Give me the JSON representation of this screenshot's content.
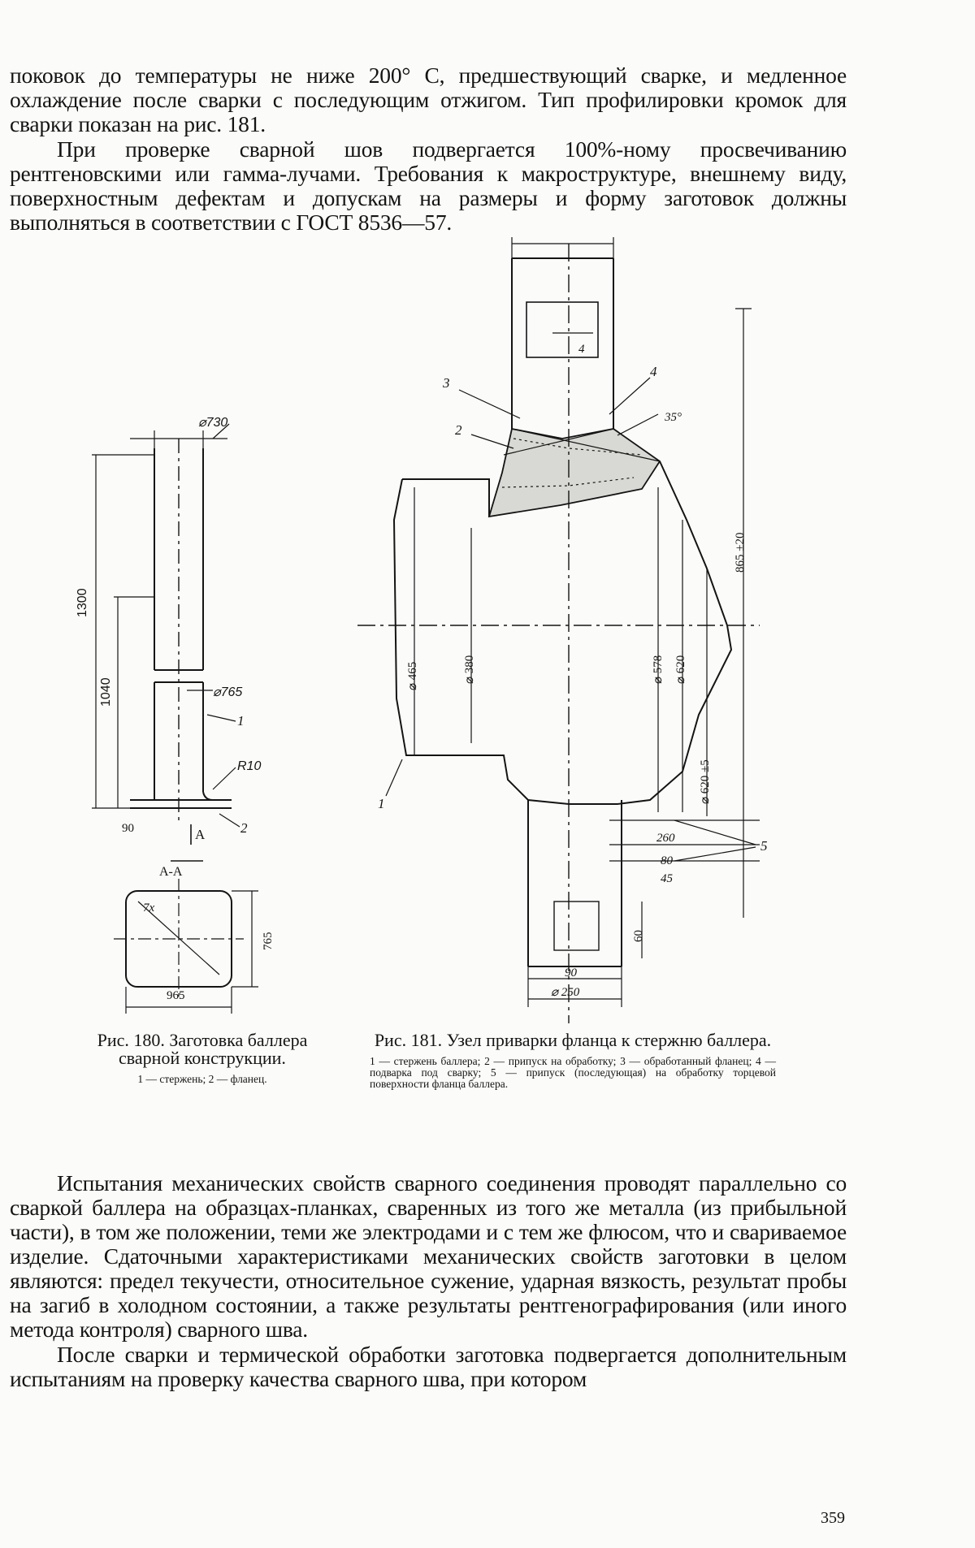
{
  "top_text": {
    "paragraphs": [
      "поковок до температуры не ниже 200° С, предшествующий сварке, и медленное охлаждение после сварки с последующим отжигом. Тип профилировки кромок для сварки показан на рис. 181.",
      "При проверке сварной шов подвергается 100%-ному просвечиванию рентгеновскими или гамма-лучами. Требования к макроструктуре, внешнему виду, поверхностным дефектам и допускам на размеры и форму заготовок должны выполняться в соответствии с ГОСТ 8536—57."
    ]
  },
  "figure_180": {
    "labels": {
      "d730": "⌀730",
      "d765": "⌀765",
      "r10": "R10",
      "len_total": "1300",
      "len_inner": "1040",
      "callout_1": "1",
      "callout_2": "2",
      "bottom_a": "A",
      "section_a": "А-А",
      "r7": "7x",
      "dim_side": "765",
      "dim_bottom": "965",
      "dim_small": "90"
    },
    "caption": {
      "title": "Рис. 180. Заготовка баллера сварной конструкции.",
      "legend": "1 — стержень; 2 — фланец."
    }
  },
  "figure_181": {
    "labels": {
      "callout_1": "1",
      "callout_2": "2",
      "callout_3": "3",
      "callout_4": "4",
      "callout_5": "5",
      "angle": "35°",
      "d_left": "⌀ 465",
      "d_mid": "⌀ 380",
      "d_r1": "⌀ 578",
      "d_r2": "⌀ 620",
      "d_r3": "⌀ 620 ±5",
      "len_right": "865 ±20",
      "dim_260": "260",
      "dim_80": "80",
      "dim_45": "45",
      "dim_bot1": "90",
      "dim_bot2": "⌀ 250",
      "dim_a": "4",
      "dim_hole": "60"
    },
    "caption": {
      "title": "Рис. 181. Узел приварки фланца к стержню баллера.",
      "legend": "1 — стержень баллера; 2 — припуск на обработку; 3 — обработанный фланец; 4 — подварка под сварку; 5 — припуск (последующая) на обработку торцевой поверхности фланца баллера."
    }
  },
  "bottom_text": {
    "paragraphs": [
      "Испытания механических свойств сварного соединения проводят параллельно со сваркой баллера на образцах-планках, сваренных из того же металла (из прибыльной части), в том же положении, теми же электродами и с тем же флюсом, что и свариваемое изделие. Сдаточными характеристиками механических свойств заготовки в целом являются: предел текучести, относительное сужение, ударная вязкость, результат пробы на загиб в холодном состоянии, а также результаты рентгенографирования (или иного метода контроля) сварного шва.",
      "После сварки и термической обработки заготовка подвергается дополнительным испытаниям на проверку качества сварного шва, при котором"
    ]
  },
  "page_number": "359"
}
